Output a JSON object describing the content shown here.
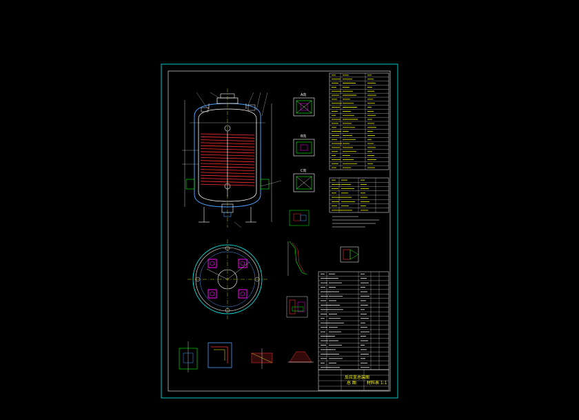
{
  "title_block": {
    "project": "反应釜总装图",
    "sheet": "总 图",
    "drawing_no": "材料表 1:1"
  },
  "details": {
    "view_a": "A向",
    "view_b": "B向",
    "view_c": "C向"
  },
  "colors": {
    "background": "#000000",
    "frame": "#00c8c8",
    "vessel": "#ffffff",
    "coil": "#ff3030",
    "jacket": "#4aa0ff",
    "yellow": "#ffff00",
    "green": "#00ff00",
    "magenta": "#ff00ff",
    "cyan": "#00ffff"
  }
}
